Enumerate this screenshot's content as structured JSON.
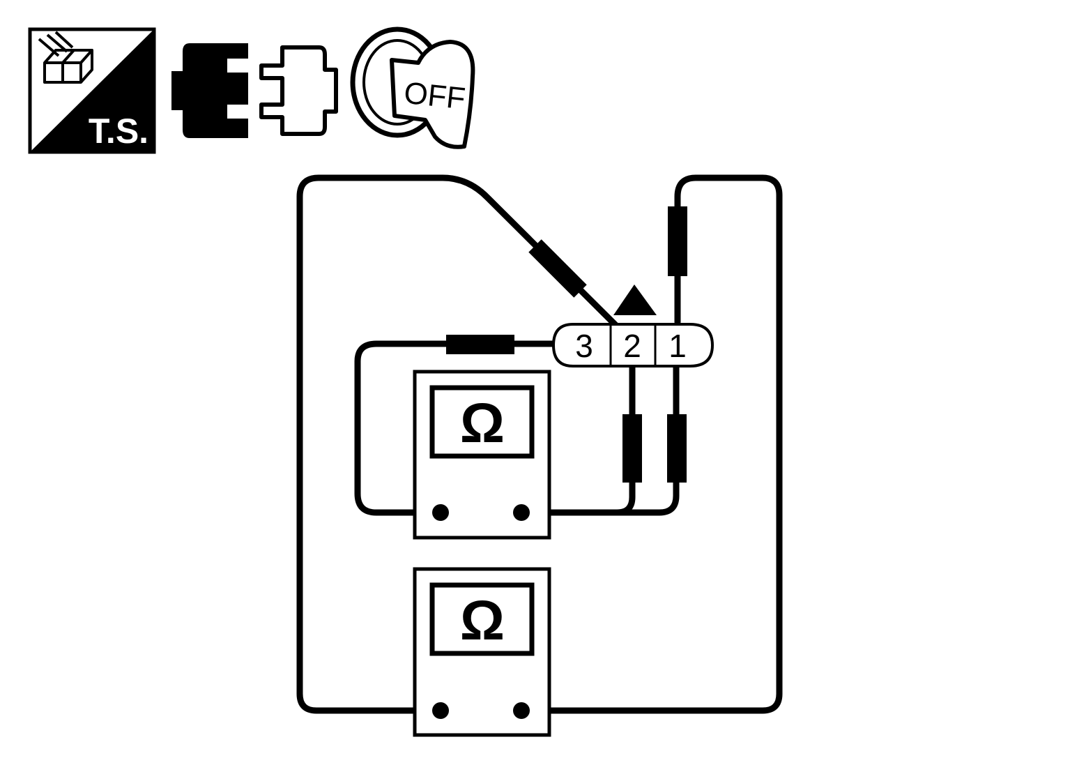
{
  "header_icons": {
    "ts_badge_text": "T.S.",
    "ignition_switch_text": "OFF",
    "icons": [
      "tester-ts-icon",
      "connector-disconnect-icon",
      "ignition-off-icon"
    ]
  },
  "connector": {
    "pins": [
      {
        "number": "3",
        "name": "pin-3"
      },
      {
        "number": "2",
        "name": "pin-2"
      },
      {
        "number": "1",
        "name": "pin-1"
      }
    ]
  },
  "meters": [
    {
      "symbol": "Ω",
      "name": "ohmmeter-upper"
    },
    {
      "symbol": "Ω",
      "name": "ohmmeter-lower"
    }
  ],
  "colors": {
    "ink": "#000000",
    "paper": "#ffffff"
  }
}
